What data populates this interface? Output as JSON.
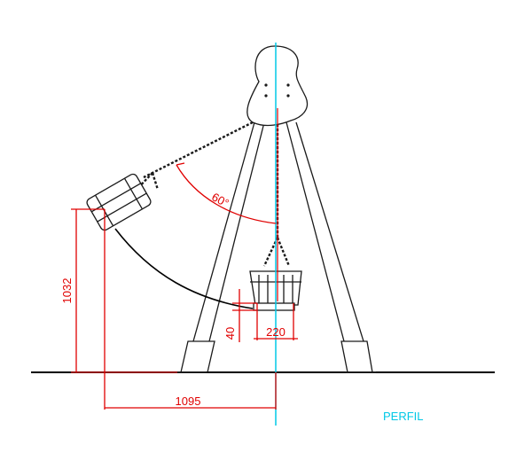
{
  "drawing": {
    "view_label": "PERFIL",
    "dimensions": {
      "height_seat_raised": "1032",
      "horizontal_swing": "1095",
      "seat_height": "40",
      "seat_depth": "220",
      "swing_angle": "60°"
    }
  },
  "colors": {
    "dimension": "#e00000",
    "centerline": "#00c8e6",
    "outline": "#1a1a1a",
    "ground": "#000000"
  }
}
